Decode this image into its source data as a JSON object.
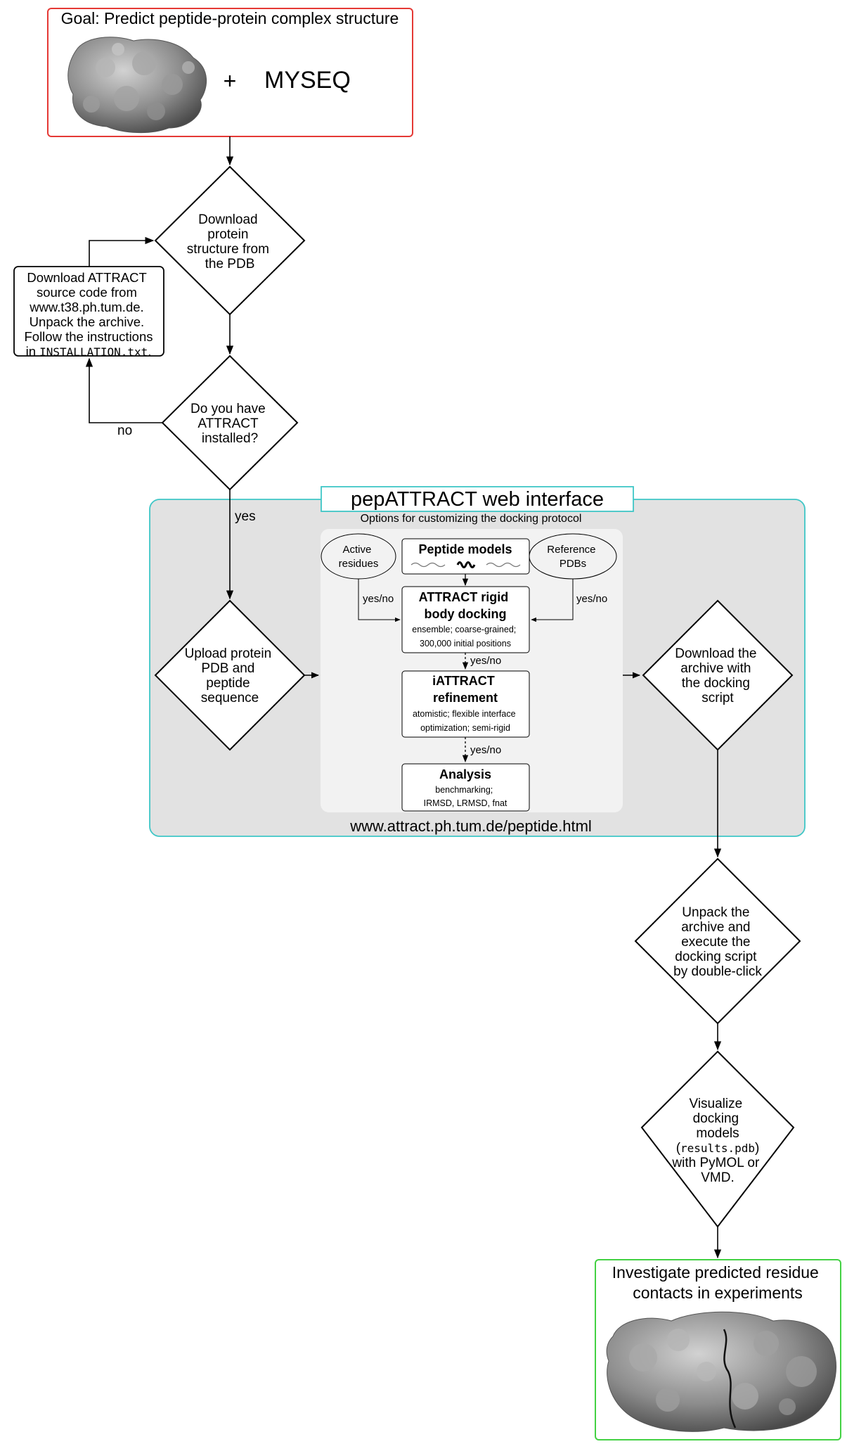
{
  "goal": {
    "title": "Goal: Predict peptide-protein complex structure",
    "plus": "+",
    "sequence": "MYSEQ"
  },
  "steps": {
    "download_pdb": [
      "Download",
      "protein",
      "structure from",
      "the PDB"
    ],
    "attract_source": {
      "lines": [
        "Download ATTRACT",
        "source code from",
        "www.t38.ph.tum.de.",
        "Unpack the archive.",
        "Follow the instructions"
      ],
      "last_prefix": "in ",
      "last_code": "INSTALLATION.txt",
      "last_suffix": "."
    },
    "have_attract": [
      "Do you have",
      "ATTRACT",
      "installed?"
    ],
    "no_label": "no",
    "yes_label": "yes",
    "upload": [
      "Upload protein",
      "PDB and",
      "peptide",
      "sequence"
    ],
    "download_archive": [
      "Download the",
      "archive with",
      "the docking",
      "script"
    ],
    "unpack": [
      "Unpack the",
      "archive and",
      "execute the",
      "docking script",
      "by double-click"
    ],
    "visualize": {
      "lines_top": [
        "Visualize",
        "docking",
        "models"
      ],
      "code_open": "(",
      "code": "results.pdb",
      "code_close": ")",
      "lines_bottom": [
        "with PyMOL or",
        "VMD."
      ]
    }
  },
  "web_interface": {
    "title": "pepATTRACT web interface",
    "subtitle": "Options for customizing the docking protocol",
    "url": "www.attract.ph.tum.de/peptide.html",
    "active_residues": [
      "Active",
      "residues"
    ],
    "reference_pdbs": [
      "Reference",
      "PDBs"
    ],
    "peptide_models": "Peptide models",
    "rigid_docking": {
      "title_lines": [
        "ATTRACT rigid",
        "body docking"
      ],
      "details": [
        "ensemble; coarse-grained;",
        "300,000 initial positions"
      ]
    },
    "refinement": {
      "title_lines": [
        "iATTRACT",
        "refinement"
      ],
      "details": [
        "atomistic; flexible interface",
        "optimization; semi-rigid"
      ]
    },
    "analysis": {
      "title": "Analysis",
      "details": [
        "benchmarking;",
        "IRMSD, LRMSD, fnat"
      ]
    },
    "yes_no": "yes/no"
  },
  "result": {
    "title_lines": [
      "Investigate predicted residue",
      "contacts in experiments"
    ]
  },
  "colors": {
    "goal_border": "#e53935",
    "result_border": "#43d143",
    "panel_border": "#3fc6c6",
    "panel_fill": "#e2e2e2",
    "inner_fill": "#f2f2f2",
    "protein": "#8a8a8a"
  }
}
